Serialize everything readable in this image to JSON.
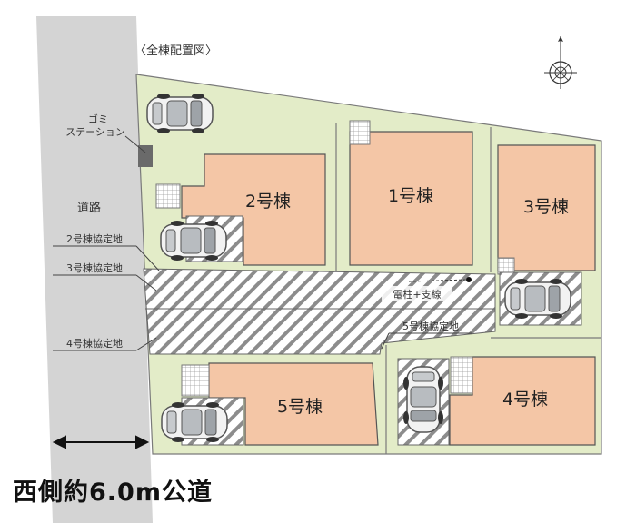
{
  "title": "〈全棟配置図〉",
  "buildings": {
    "b1": "1号棟",
    "b2": "2号棟",
    "b3": "3号棟",
    "b4": "4号棟",
    "b5": "5号棟"
  },
  "labels": {
    "garbage_line1": "ゴミ",
    "garbage_line2": "ステーション",
    "road": "道路",
    "agree2": "2号棟協定地",
    "agree3": "3号棟協定地",
    "agree4": "4号棟協定地",
    "agree5": "5号棟協定地",
    "pole": "電柱+支線"
  },
  "road_caption": "西側約6.0m公道",
  "colors": {
    "lot": "#e3ecc8",
    "building": "#f4c6a6",
    "road": "#d4d4d4",
    "hatch": "#8c8c8c"
  }
}
